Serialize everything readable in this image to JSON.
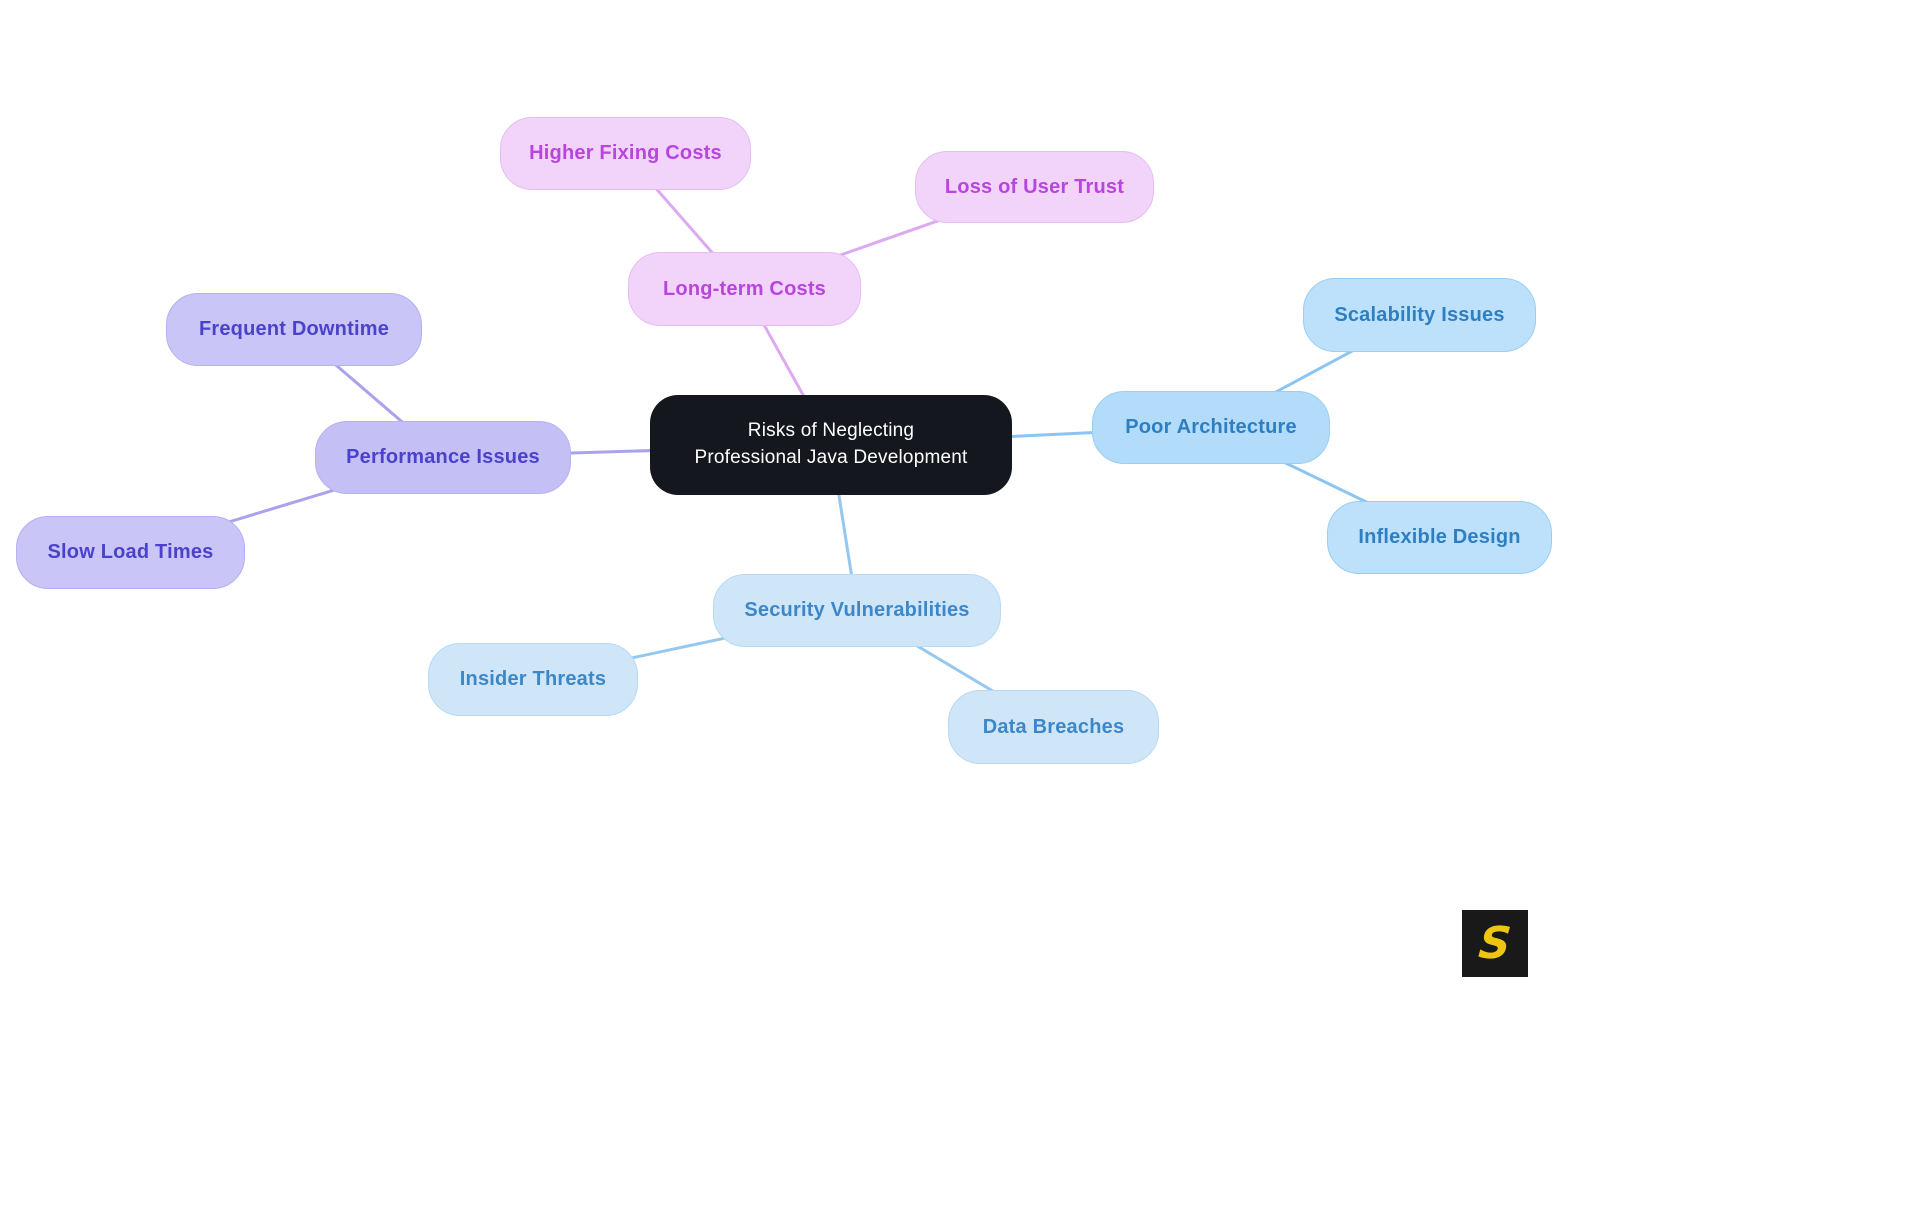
{
  "diagram": {
    "central": {
      "line1": "Risks of Neglecting",
      "line2": "Professional Java Development"
    },
    "nodes": {
      "long_term_costs": {
        "label": "Long-term Costs"
      },
      "higher_fixing_costs": {
        "label": "Higher Fixing Costs"
      },
      "loss_of_user_trust": {
        "label": "Loss of User Trust"
      },
      "performance_issues": {
        "label": "Performance Issues"
      },
      "frequent_downtime": {
        "label": "Frequent Downtime"
      },
      "slow_load_times": {
        "label": "Slow Load Times"
      },
      "poor_architecture": {
        "label": "Poor Architecture"
      },
      "scalability_issues": {
        "label": "Scalability Issues"
      },
      "inflexible_design": {
        "label": "Inflexible Design"
      },
      "security_vulnerabilities": {
        "label": "Security Vulnerabilities"
      },
      "insider_threats": {
        "label": "Insider Threats"
      },
      "data_breaches": {
        "label": "Data Breaches"
      }
    },
    "colors": {
      "central_bg": "#14171d",
      "central_text": "#ffffff",
      "branch_pink_fill": "#f2d4fa",
      "branch_pink_text": "#b845dd",
      "branch_pink_edge": "#dcaaf0",
      "branch_indigo_fill": "#c9c5f6",
      "branch_indigo_text": "#4b42cb",
      "branch_indigo_edge": "#a8a3ec",
      "branch_blue_fill": "#b3dcfa",
      "branch_blue_text": "#2e7fc2",
      "branch_blue_edge": "#8cc5f1",
      "branch_lightblue_fill": "#cfe6f9",
      "branch_lightblue_text": "#3c87c8",
      "branch_lightblue_edge": "#96c7ee"
    }
  },
  "logo": {
    "letter": "S",
    "bg": "#191919",
    "fg": "#eec513"
  }
}
